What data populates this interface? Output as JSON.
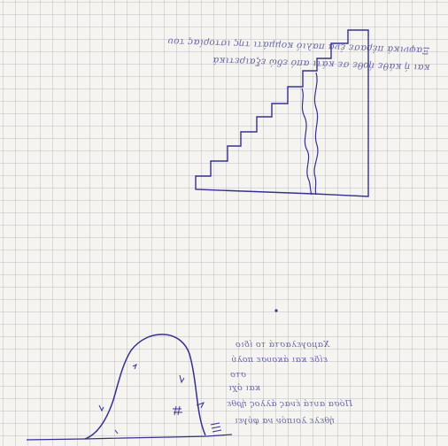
{
  "sheet": {
    "ink_color": "#34318f",
    "faded_ink_color": "#5a5a9e",
    "paper_color": "#f6f4f1",
    "grid_color": "#b7b7c6"
  },
  "top_note": {
    "lines": [
      "Ξαφνικά πέρασε ένα παλιό κομμάτι της ιστορίας του",
      "και ή κάθε ήρθε σε κάτι από εδώ εξαιρετικά"
    ]
  },
  "bottom_note": {
    "lines": [
      "Χαμογελαστά το ίδιο",
      "είδε και άκουσε πολύ",
      "στο",
      "και όχι",
      "Πόσα αυτά ένας άλλος ήρθε",
      "ήθελε λοιπόν να φύγει"
    ]
  }
}
